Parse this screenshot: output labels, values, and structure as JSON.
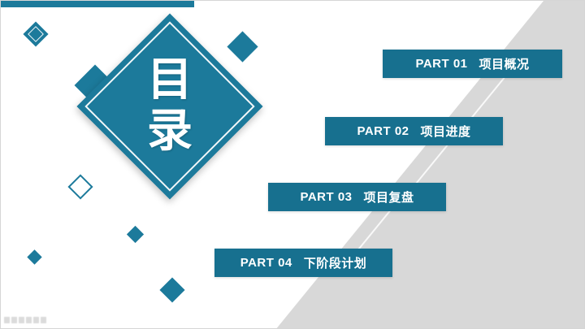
{
  "page_title": {
    "char_top": "目",
    "char_bottom": "录"
  },
  "toc": [
    {
      "part": "PART 01",
      "label": "项目概况"
    },
    {
      "part": "PART 02",
      "label": "项目进度"
    },
    {
      "part": "PART 03",
      "label": "项目复盘"
    },
    {
      "part": "PART 04",
      "label": "下阶段计划"
    }
  ],
  "colors": {
    "accent_teal": "#1c7a9b",
    "bar_teal": "#17708f",
    "background_gray": "#d8d8d8"
  }
}
